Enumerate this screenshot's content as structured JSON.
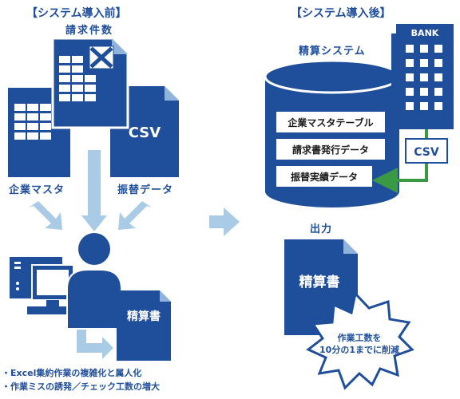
{
  "before": {
    "title": "【システム導入前】",
    "invoice_label": "請求件数",
    "master_label": "企業マスタ",
    "csv_doc_text": "CSV",
    "transfer_label": "振替データ",
    "invoice_doc_text": "精算書",
    "issues": [
      "・Excel集約作業の複雑化と属人化",
      "・作業ミスの誘発／チェック工数の増大"
    ]
  },
  "after": {
    "title": "【システム導入後】",
    "system_label": "精算システム",
    "bank_label": "BANK",
    "tables": [
      "企業マスタテーブル",
      "請求書発行データ",
      "振替実績データ"
    ],
    "csv_label": "CSV",
    "output_label": "出力",
    "output_doc_text": "精算書",
    "burst_lines": [
      "作業工数を",
      "10分の1までに削減"
    ]
  },
  "colors": {
    "primary_blue": "#1f4e9a",
    "light_blue": "#a9cbe6",
    "green_arrow": "#3a9a44",
    "white": "#ffffff"
  }
}
